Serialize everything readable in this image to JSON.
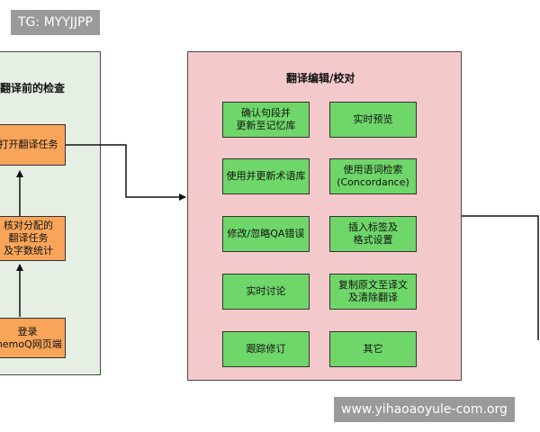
{
  "watermark_top": "TG: MYYJJPP",
  "watermark_bottom": "www.yihaoaoyule-com.org",
  "left_panel": {
    "title": "翻译前的检查",
    "boxes": [
      "打开翻译任务",
      "核对分配的\n翻译任务\n及字数统计",
      "登录\nmemoQ网页端"
    ]
  },
  "middle_panel": {
    "title": "翻译编辑/校对",
    "boxes": [
      "确认句段并\n更新至记忆库",
      "实时预览",
      "使用并更新术语库",
      "使用语词检索\n(Concordance)",
      "修改/忽略QA错误",
      "插入标签及\n格式设置",
      "实时讨论",
      "复制原文至译文\n及清除翻译",
      "跟踪修订",
      "其它"
    ]
  },
  "colors": {
    "left_panel_bg": "#e6efe4",
    "middle_panel_bg": "#f4c9cb",
    "orange_box": "#f8a55a",
    "green_box": "#6fd66a"
  }
}
